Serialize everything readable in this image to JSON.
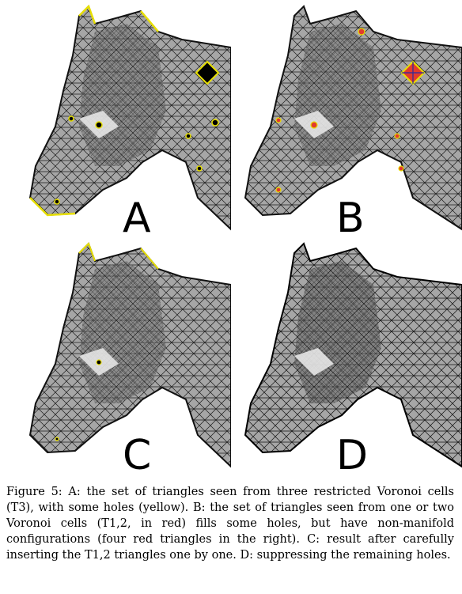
{
  "figure": {
    "panels": [
      {
        "id": "A",
        "label": "A",
        "hole_color": "#e8e000",
        "wire": "#1a1a1a"
      },
      {
        "id": "B",
        "label": "B",
        "hole_color": "#e23b2e",
        "wire": "#1a1a1a"
      },
      {
        "id": "C",
        "label": "C",
        "hole_color": "#e8e000",
        "wire": "#1a1a1a"
      },
      {
        "id": "D",
        "label": "D",
        "hole_color": "none",
        "wire": "#111111"
      }
    ],
    "caption": "Figure 5: A: the set of triangles seen from three restricted Voronoi cells (T3), with some holes (yellow). B: the set of triangles seen from one or two Voronoi cells (T1,2, in red) fills some holes, but have non-manifold configurations (four red triangles in the right). C: result after carefully inserting the T1,2 triangles one by one. D: suppressing the remaining holes."
  }
}
